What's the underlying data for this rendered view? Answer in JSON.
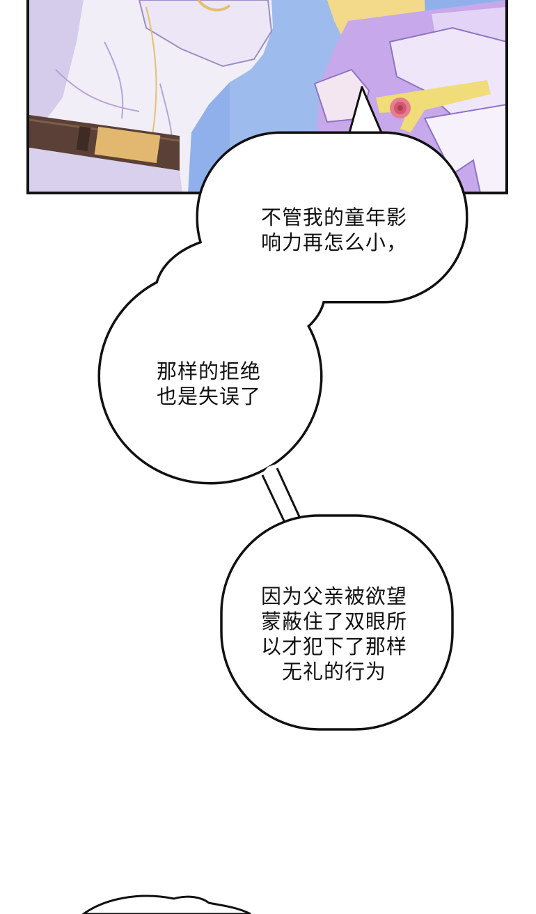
{
  "comic_panel": {
    "bubbles": [
      {
        "lines": [
          "不管我的童年影",
          "响力再怎么小，"
        ]
      },
      {
        "lines": [
          "那样的拒绝",
          "也是失误了"
        ]
      },
      {
        "lines": [
          "因为父亲被欲望",
          "蒙蔽住了双眼所",
          "以才犯下了那样",
          "无礼的行为"
        ]
      }
    ]
  },
  "colors": {
    "sky": "#8fb0ea",
    "shirt": "#f2eef8",
    "shirt_shadow": "#c9bde6",
    "belt": "#5a4036",
    "buckle": "#e2b870",
    "dress": "#c7a8ea",
    "hair": "#f3d98a",
    "ribbon": "#f0dc78",
    "rose": "#e57e90",
    "panel_border": "#111111"
  }
}
